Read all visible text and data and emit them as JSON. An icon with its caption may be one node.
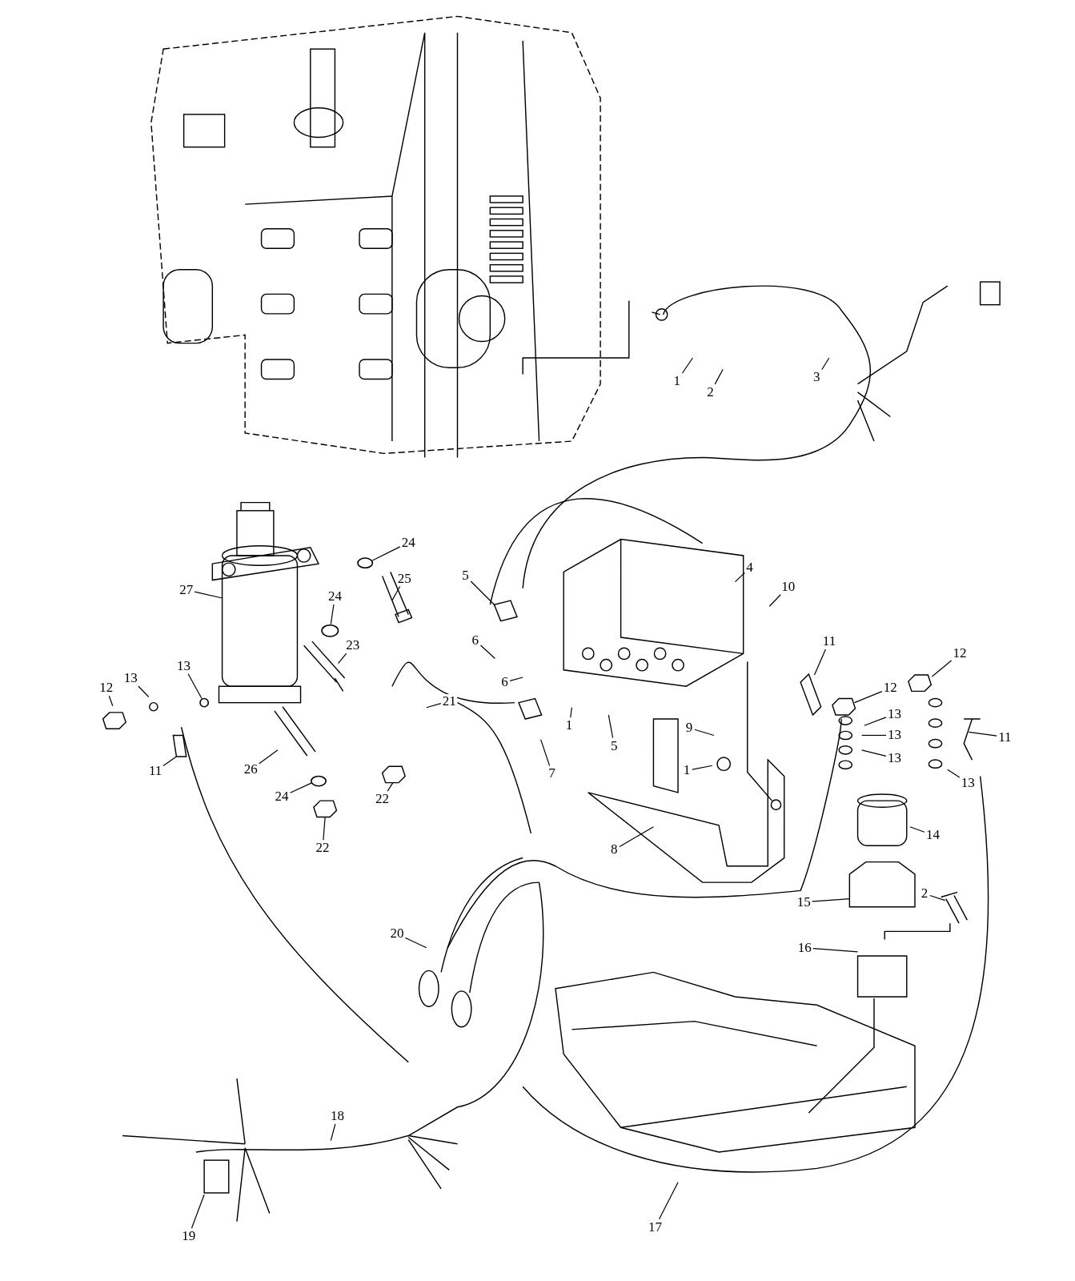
{
  "diagram": {
    "nodes": [
      {
        "text": [
          "3"
        ]
      },
      {
        "text": [
          "1"
        ]
      },
      {
        "text": [
          "2"
        ]
      },
      {
        "text": [
          "24"
        ]
      },
      {
        "text": [
          "4"
        ]
      },
      {
        "text": [
          "25"
        ]
      },
      {
        "text": [
          "27"
        ]
      },
      {
        "text": [
          "5"
        ]
      },
      {
        "text": [
          "10"
        ]
      },
      {
        "text": [
          "24"
        ]
      },
      {
        "text": [
          "6"
        ]
      },
      {
        "text": [
          "23"
        ]
      },
      {
        "text": [
          "11"
        ]
      },
      {
        "text": [
          "12"
        ]
      },
      {
        "text": [
          "13"
        ]
      },
      {
        "text": [
          "12"
        ]
      },
      {
        "text": [
          "6"
        ]
      },
      {
        "text": [
          "12"
        ]
      },
      {
        "text": [
          "13"
        ]
      },
      {
        "text": [
          "13"
        ]
      },
      {
        "text": [
          "21"
        ]
      },
      {
        "text": [
          "13"
        ]
      },
      {
        "text": [
          "1"
        ]
      },
      {
        "text": [
          "9"
        ]
      },
      {
        "text": [
          "11"
        ]
      },
      {
        "text": [
          "5"
        ]
      },
      {
        "text": [
          "13"
        ]
      },
      {
        "text": [
          "13"
        ]
      },
      {
        "text": [
          "11"
        ]
      },
      {
        "text": [
          "26"
        ]
      },
      {
        "text": [
          "7"
        ]
      },
      {
        "text": [
          "1"
        ]
      },
      {
        "text": [
          "22"
        ]
      },
      {
        "text": [
          "24"
        ]
      },
      {
        "text": [
          "14"
        ]
      },
      {
        "text": [
          "22"
        ]
      },
      {
        "text": [
          "8"
        ]
      },
      {
        "text": [
          "15"
        ]
      },
      {
        "text": [
          "2"
        ]
      },
      {
        "text": [
          "20"
        ]
      },
      {
        "text": [
          "16"
        ]
      },
      {
        "text": [
          "18"
        ]
      },
      {
        "text": [
          "17"
        ]
      },
      {
        "text": [
          "19"
        ]
      },
      {
        "text": [],
        "shape": "circle"
      },
      {
        "text": [],
        "shape": "picture"
      },
      {
        "text": [],
        "shape": "picture"
      },
      {
        "text": [],
        "shape": "picture"
      },
      {
        "text": [],
        "shape": "picture"
      },
      {
        "text": [],
        "shape": "circle"
      },
      {
        "text": [],
        "shape": "picture"
      },
      {
        "text": [],
        "shape": "picture"
      },
      {
        "text": [],
        "shape": "circle"
      },
      {
        "text": [],
        "shape": "circle"
      },
      {
        "text": [],
        "shape": "picture"
      },
      {
        "text": [],
        "shape": "picture"
      },
      {
        "text": [],
        "shape": "picture"
      }
    ],
    "edges": [
      {
        "from": 0,
        "to": null,
        "arrow": "none"
      },
      {
        "from": 1,
        "to": null,
        "arrow": "none"
      },
      {
        "from": 2,
        "to": null,
        "arrow": "none"
      },
      {
        "from": 3,
        "to": 44,
        "arrow": "none"
      },
      {
        "from": 4,
        "to": null,
        "arrow": "none"
      },
      {
        "from": 5,
        "to": null,
        "arrow": "none"
      },
      {
        "from": 6,
        "to": 45,
        "arrow": "none"
      },
      {
        "from": 7,
        "to": 46,
        "arrow": "none"
      },
      {
        "from": 8,
        "to": null,
        "arrow": "none"
      },
      {
        "from": 9,
        "to": 52,
        "arrow": "none"
      },
      {
        "from": 10,
        "to": null,
        "arrow": "none"
      },
      {
        "from": 11,
        "to": null,
        "arrow": "none"
      },
      {
        "from": 12,
        "to": 47,
        "arrow": "none"
      },
      {
        "from": 13,
        "to": 48,
        "arrow": "none"
      },
      {
        "from": 14,
        "to": null,
        "arrow": "none"
      },
      {
        "from": 15,
        "to": 54,
        "arrow": "none"
      },
      {
        "from": 16,
        "to": null,
        "arrow": "none"
      },
      {
        "from": 17,
        "to": null,
        "arrow": "none"
      },
      {
        "from": 18,
        "to": null,
        "arrow": "none"
      },
      {
        "from": 19,
        "to": 49,
        "arrow": "none"
      },
      {
        "from": 20,
        "to": null,
        "arrow": "none"
      },
      {
        "from": 21,
        "to": null,
        "arrow": "none"
      },
      {
        "from": 22,
        "to": null,
        "arrow": "none"
      },
      {
        "from": 23,
        "to": null,
        "arrow": "none"
      },
      {
        "from": 24,
        "to": 50,
        "arrow": "none"
      },
      {
        "from": 25,
        "to": null,
        "arrow": "none"
      },
      {
        "from": 26,
        "to": null,
        "arrow": "none"
      },
      {
        "from": 27,
        "to": null,
        "arrow": "none"
      },
      {
        "from": 28,
        "to": 56,
        "arrow": "none"
      },
      {
        "from": 29,
        "to": null,
        "arrow": "none"
      },
      {
        "from": 30,
        "to": null,
        "arrow": "none"
      },
      {
        "from": 31,
        "to": null,
        "arrow": "none"
      },
      {
        "from": 32,
        "to": 55,
        "arrow": "none"
      },
      {
        "from": 33,
        "to": 53,
        "arrow": "none"
      },
      {
        "from": 34,
        "to": null,
        "arrow": "none"
      },
      {
        "from": 35,
        "to": 51,
        "arrow": "none"
      },
      {
        "from": 36,
        "to": null,
        "arrow": "none"
      },
      {
        "from": 37,
        "to": null,
        "arrow": "none"
      },
      {
        "from": 38,
        "to": null,
        "arrow": "none"
      },
      {
        "from": 39,
        "to": null,
        "arrow": "none"
      },
      {
        "from": 40,
        "to": null,
        "arrow": "none"
      },
      {
        "from": 41,
        "to": null,
        "arrow": "none"
      },
      {
        "from": 42,
        "to": null,
        "arrow": "none"
      },
      {
        "from": 43,
        "to": null,
        "arrow": "none"
      }
    ]
  }
}
